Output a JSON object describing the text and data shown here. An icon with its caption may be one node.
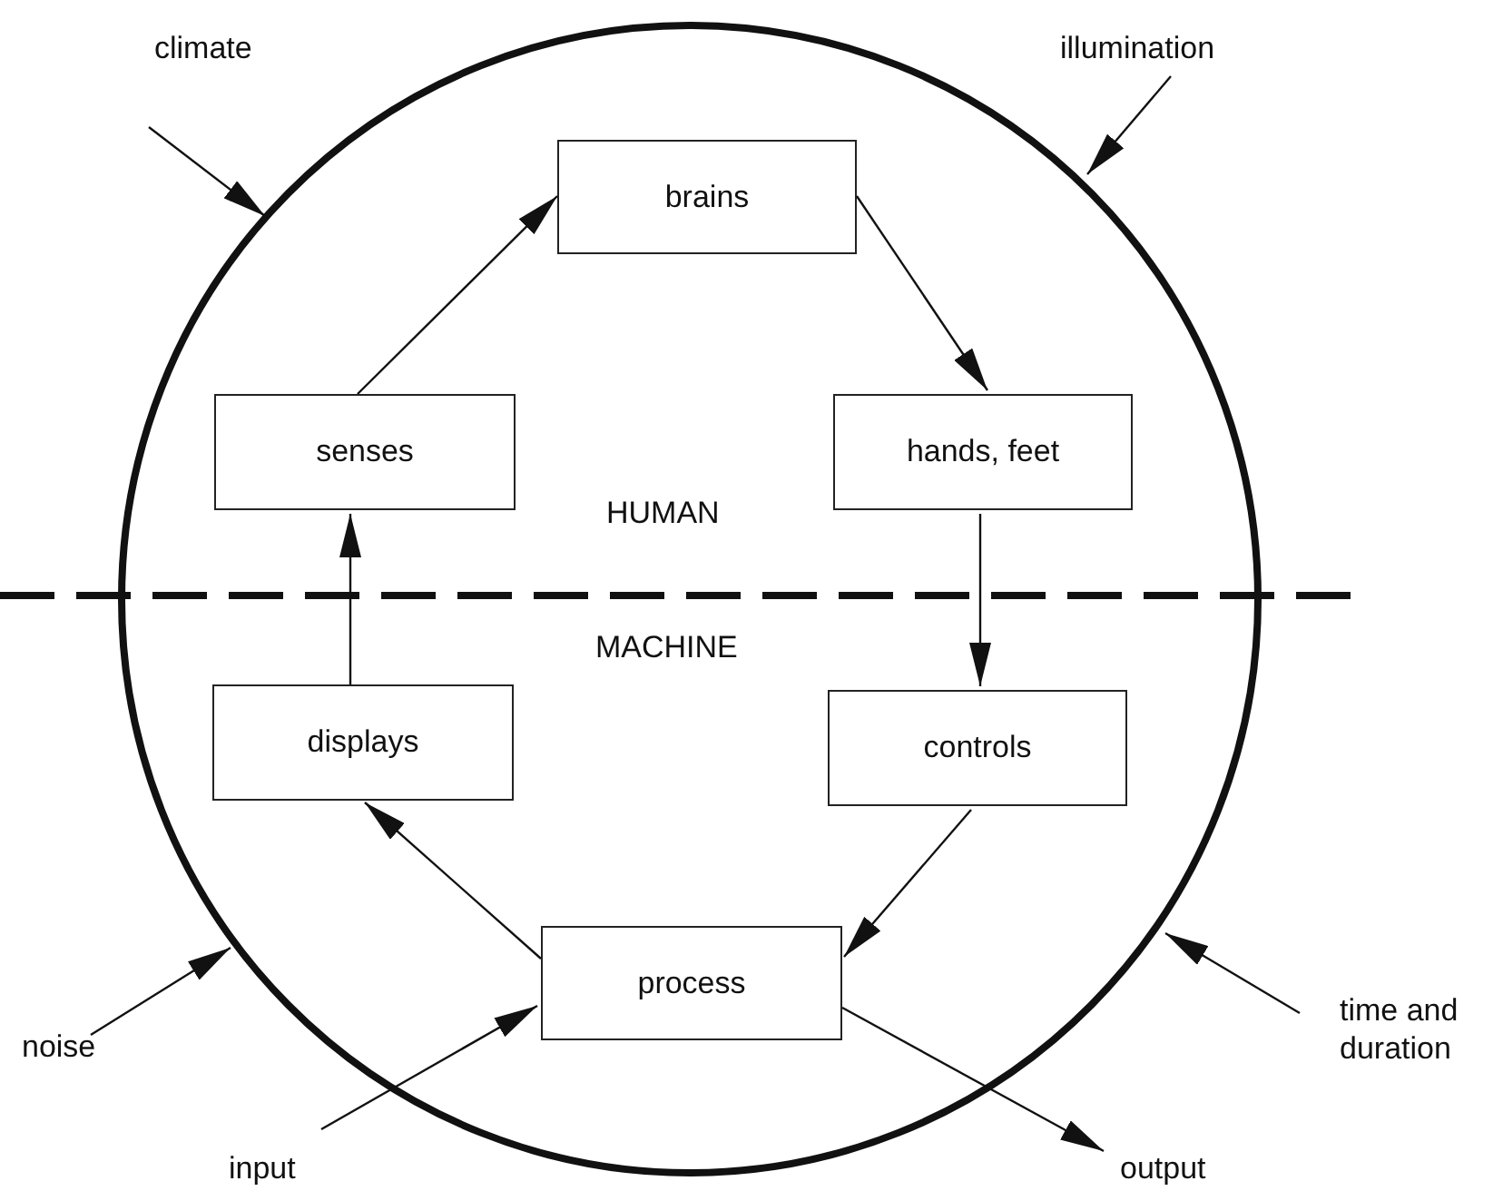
{
  "diagram": {
    "nodes": [
      {
        "text": [],
        "shape": "circle"
      },
      {
        "text": [
          "brains"
        ],
        "in": 0
      },
      {
        "text": [
          "senses"
        ],
        "in": 0
      },
      {
        "text": [
          "hands, feet"
        ],
        "in": 0
      },
      {
        "text": [
          "displays"
        ],
        "in": 0
      },
      {
        "text": [
          "controls"
        ],
        "in": 0
      },
      {
        "text": [
          "process"
        ],
        "in": 0
      },
      {
        "text": [
          "climate"
        ]
      },
      {
        "text": [
          "illumination"
        ]
      },
      {
        "text": [
          "noise"
        ]
      },
      {
        "text": [
          "time and duration"
        ]
      },
      {
        "text": [
          "input"
        ]
      },
      {
        "text": [
          "output"
        ]
      }
    ],
    "edges": [
      {
        "from": 2,
        "to": 1,
        "arrow": "to"
      },
      {
        "from": 1,
        "to": 3,
        "arrow": "to"
      },
      {
        "from": 3,
        "to": 5,
        "arrow": "to"
      },
      {
        "from": 5,
        "to": 6,
        "arrow": "to"
      },
      {
        "from": 6,
        "to": 4,
        "arrow": "to"
      },
      {
        "from": 4,
        "to": 2,
        "arrow": "to"
      },
      {
        "from": 7,
        "to": 0,
        "arrow": "to"
      },
      {
        "from": 8,
        "to": 0,
        "arrow": "to"
      },
      {
        "from": 9,
        "to": 0,
        "arrow": "to"
      },
      {
        "from": 10,
        "to": 0,
        "arrow": "to"
      },
      {
        "from": 11,
        "to": 6,
        "arrow": "to"
      },
      {
        "from": 6,
        "to": 12,
        "arrow": "to"
      }
    ],
    "labels": [
      "HUMAN",
      "MACHINE"
    ]
  }
}
